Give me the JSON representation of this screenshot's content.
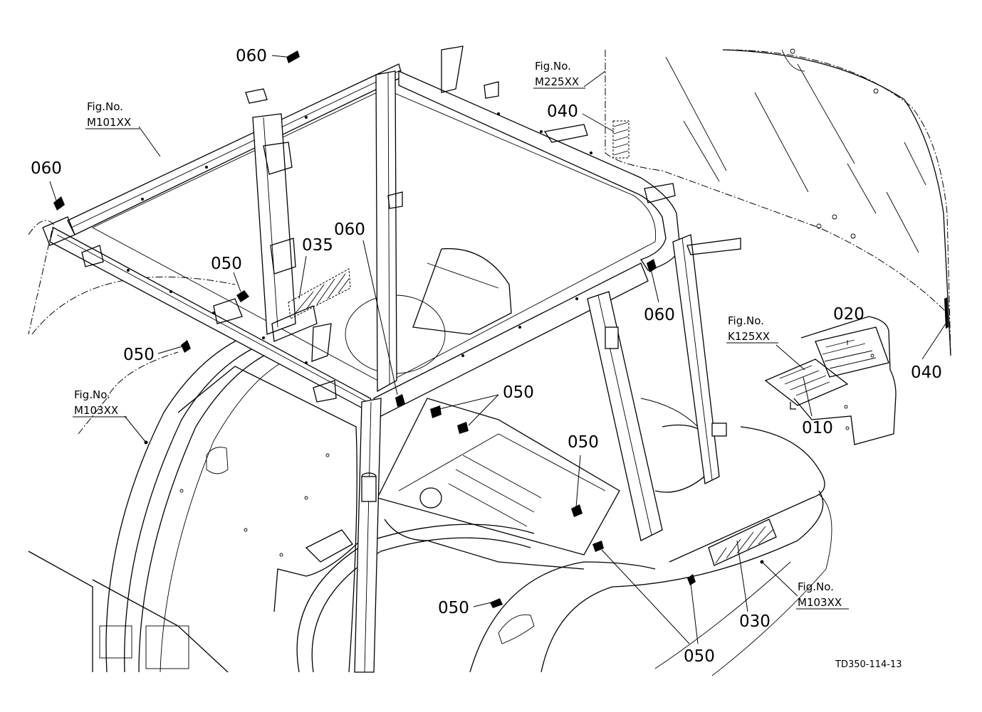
{
  "callouts": {
    "c060_top": "060",
    "c060_left": "060",
    "c060_mid": "060",
    "c060_right": "060",
    "c035": "035",
    "c050_a": "050",
    "c050_b": "050",
    "c050_c": "050",
    "c050_d": "050",
    "c050_e": "050",
    "c050_f": "050",
    "c040_top": "040",
    "c040_right": "040",
    "c020": "020",
    "c010": "010",
    "c030": "030"
  },
  "figure_refs": {
    "m101": {
      "label": "Fig.No.",
      "code": "M101XX"
    },
    "m225": {
      "label": "Fig.No.",
      "code": "M225XX"
    },
    "m103_left": {
      "label": "Fig.No.",
      "code": "M103XX"
    },
    "k125": {
      "label": "Fig.No.",
      "code": "K125XX"
    },
    "m103_right": {
      "label": "Fig.No.",
      "code": "M103XX"
    }
  },
  "drawing_code": "TD350-114-13"
}
